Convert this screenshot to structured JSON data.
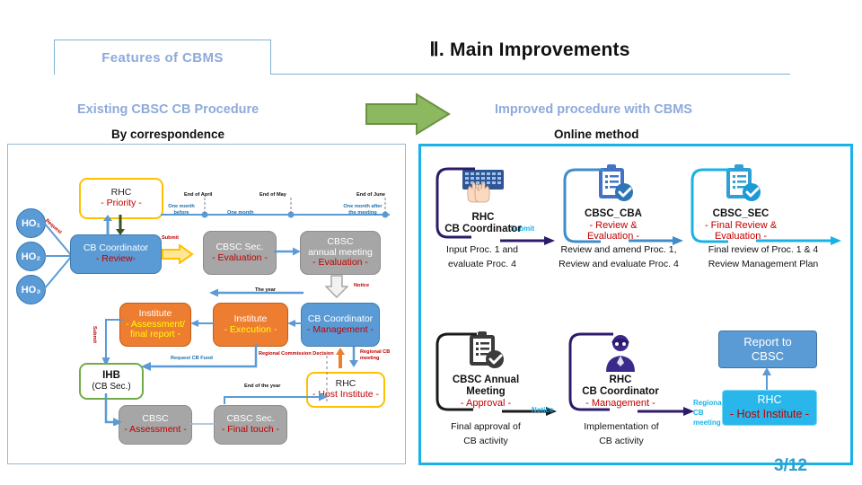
{
  "header": {
    "tab_label": "Features of CBMS",
    "slide_title": "Ⅱ. Main Improvements",
    "page_number": "3/12"
  },
  "sections": {
    "left_caption": "Existing CBSC CB Procedure",
    "left_subcaption": "By correspondence",
    "right_caption": "Improved procedure with CBMS",
    "right_subcaption": "Online method",
    "transition_icon": "right-arrow-icon"
  },
  "left_diagram": {
    "circles": [
      {
        "label": "HO₁"
      },
      {
        "label": "HO₂"
      },
      {
        "label": "HO₃"
      }
    ],
    "request_label": "Request",
    "timeline": {
      "milestones": [
        "End of April",
        "End of May",
        "End of June"
      ],
      "spans": [
        "One month before",
        "One month",
        "One month after the meeting"
      ]
    },
    "boxes": {
      "rhc_priority": {
        "line1": "RHC",
        "line2": "- Priority -"
      },
      "cb_coordinator_review": {
        "line1": "CB Coordinator",
        "line2": "- Review-"
      },
      "cbsc_sec_evaluation": {
        "line1": "CBSC Sec.",
        "line2": "- Evaluation -"
      },
      "cbsc_annual_meeting": {
        "line1": "CBSC",
        "line1b": "annual meeting",
        "line2": "- Evaluation -"
      },
      "cb_coordinator_management": {
        "line1": "CB Coordinator",
        "line2": "- Management -"
      },
      "institute_execution": {
        "line1": "Institute",
        "line2": "- Execution -"
      },
      "institute_assessment": {
        "line1": "Institute",
        "line2": "- Assessment/",
        "line2b": "final report -"
      },
      "ihb": {
        "line1": "IHB",
        "line2": "(CB Sec.)"
      },
      "rhc_host_institute": {
        "line1": "RHC",
        "line2": "- Host Institute -"
      },
      "cbsc_assessment": {
        "line1": "CBSC",
        "line2": "- Assessment -"
      },
      "cbsc_sec_final_touch": {
        "line1": "CBSC Sec.",
        "line2": "- Final touch -"
      }
    },
    "labels": {
      "submit_top": "Submit",
      "submit_left": "Submit",
      "notice": "Notice",
      "the_year": "The year",
      "request_cb_fund": "Request CB Fund",
      "regional_commission_decision": "Regional Commission Decision",
      "regional_cb_meeting": "Regional CB meeting",
      "end_of_the_year": "End of the year"
    }
  },
  "right_diagram": {
    "steps": [
      {
        "icon": "keyboard-hands-icon",
        "title": "RHC",
        "title2": "CB Coordinator",
        "subtitle": "",
        "caption_line1": "Input Proc. 1 and",
        "caption_line2": "evaluate Proc. 4",
        "arrow_label": "Submit"
      },
      {
        "icon": "clipboard-check-icon",
        "title": "CBSC_CBA",
        "title2": "",
        "subtitle": "-  Review &",
        "subtitle2": "Evaluation -",
        "caption_line1": "Review and amend Proc. 1,",
        "caption_line2": "Review and evaluate Proc. 4",
        "arrow_label": ""
      },
      {
        "icon": "clipboard-check-icon",
        "title": "CBSC_SEC",
        "title2": "",
        "subtitle": "-  Final Review &",
        "subtitle2": "Evaluation -",
        "caption_line1": "Final review of Proc. 1 & 4",
        "caption_line2": "Review Management Plan",
        "arrow_label": ""
      },
      {
        "icon": "clipboard-check-icon",
        "title": "CBSC Annual",
        "title2": "Meeting",
        "subtitle": "-  Approval -",
        "caption_line1": "Final approval of",
        "caption_line2": "CB activity",
        "arrow_label": "Notice"
      },
      {
        "icon": "person-icon",
        "title": "RHC",
        "title2": "CB Coordinator",
        "subtitle": "- Management -",
        "caption_line1": "Implementation of",
        "caption_line2": "CB activity",
        "arrow_label_line1": "Regional CB",
        "arrow_label_line2": "meeting"
      }
    ],
    "report_box": {
      "line1": "Report to",
      "line2": "CBSC"
    },
    "rhc_host_box": {
      "line1": "RHC",
      "line2": "- Host Institute -"
    }
  },
  "colors": {
    "accent_cyan": "#19b2e6",
    "tab_blue": "#8eaadb",
    "blue_box": "#5b9bd5",
    "grey_box": "#a6a6a6",
    "orange_box": "#ed7d31",
    "yellow_outline": "#ffc000",
    "green_outline": "#70ad47",
    "red_text": "#c00000",
    "navy_outline": "#2d1b69"
  }
}
